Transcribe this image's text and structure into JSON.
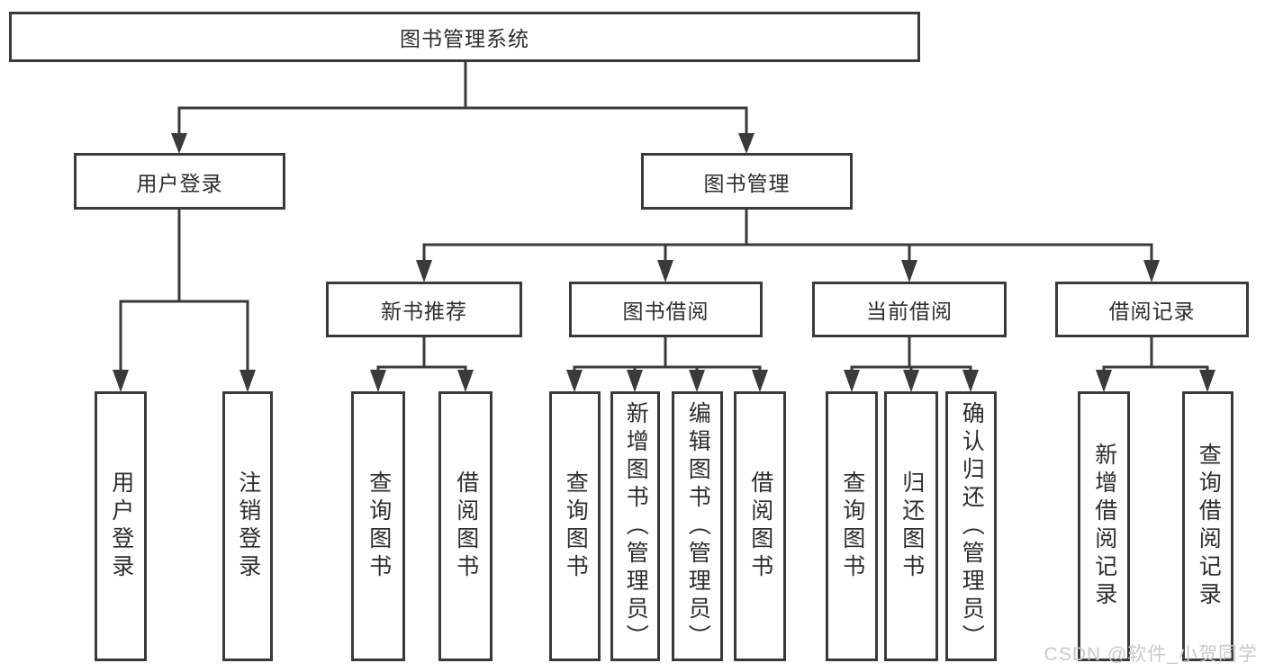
{
  "colors": {
    "line": "#3a3a3a",
    "box_border": "#3a3a3a",
    "text": "#2d2d2d",
    "background": "#ffffff",
    "watermark_text": "#c9c9c9"
  },
  "nodes": {
    "root": "图书管理系统",
    "user_login": {
      "label": "用户登录",
      "children": [
        "用户登录",
        "注销登录"
      ]
    },
    "book_management": {
      "label": "图书管理",
      "children": {
        "new_book_recommend": {
          "label": "新书推荐",
          "children": [
            "查询图书",
            "借阅图书"
          ]
        },
        "book_borrowing": {
          "label": "图书借阅",
          "children": [
            "查询图书",
            "新增图书（管理员）",
            "编辑图书（管理员）",
            "借阅图书"
          ]
        },
        "current_borrowing": {
          "label": "当前借阅",
          "children": [
            "查询图书",
            "归还图书",
            "确认归还（管理员）"
          ]
        },
        "borrowing_records": {
          "label": "借阅记录",
          "children": [
            "新增借阅记录",
            "查询借阅记录"
          ]
        }
      }
    }
  },
  "watermark": "CSDN @软件_小贺同学"
}
